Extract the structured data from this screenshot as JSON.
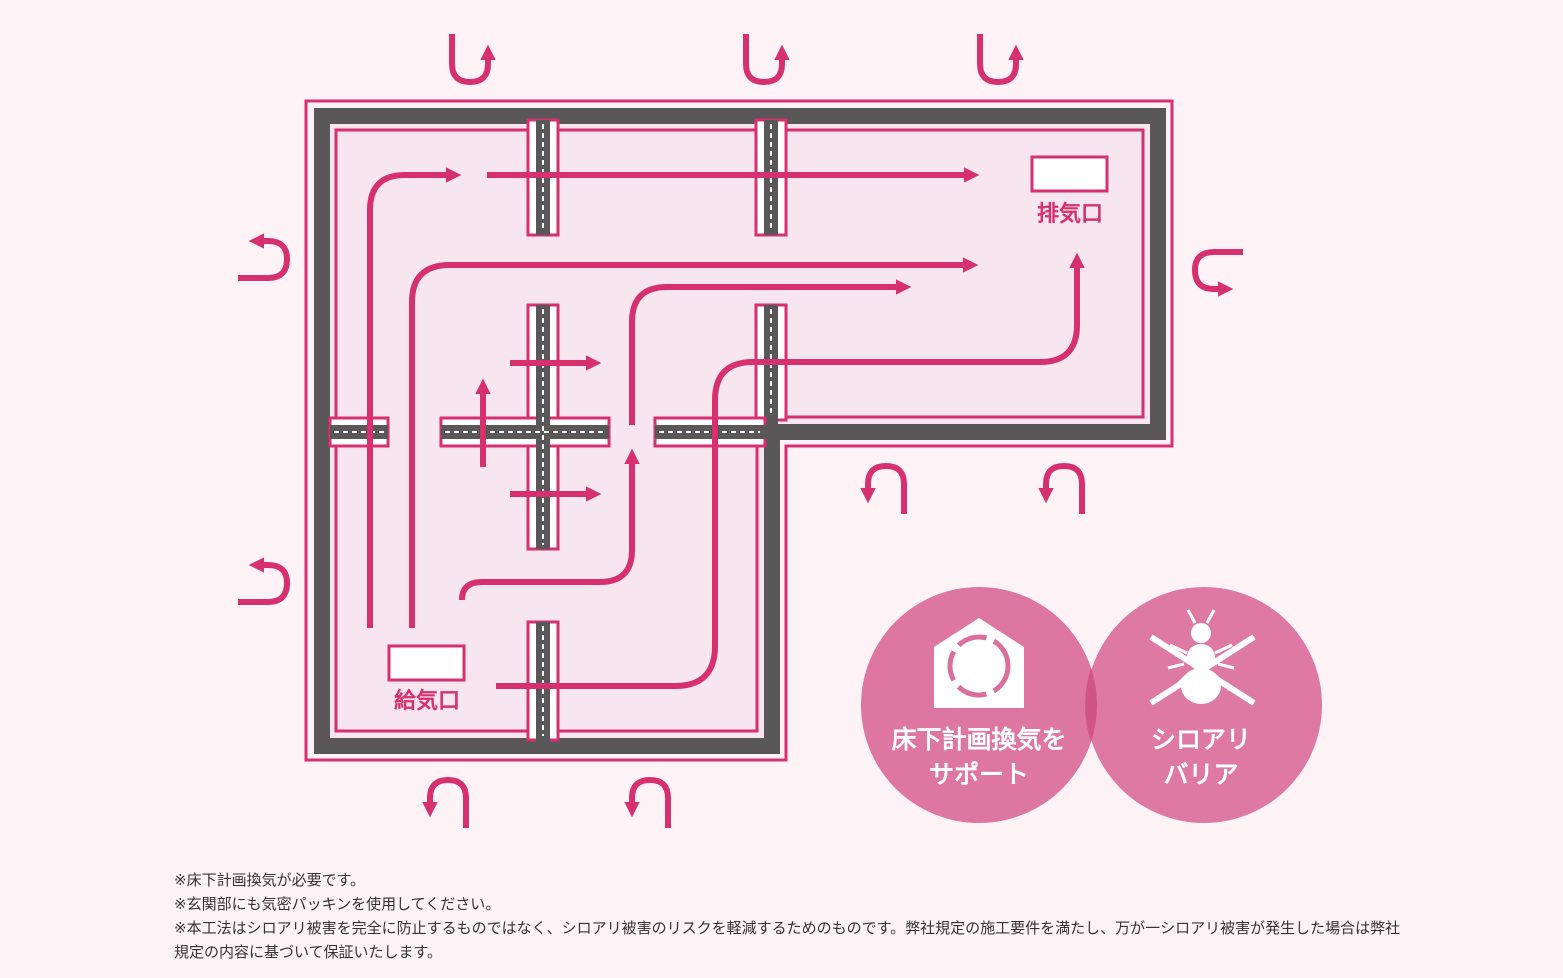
{
  "labels": {
    "exhaust": "排気口",
    "supply": "給気口"
  },
  "badges": [
    {
      "line1": "床下計画換気を",
      "line2": "サポート",
      "icon": "house-circulation-icon"
    },
    {
      "line1": "シロアリ",
      "line2": "バリア",
      "icon": "termite-crossed-icon"
    }
  ],
  "notes": [
    "※床下計画換気が必要です。",
    "※玄関部にも気密パッキンを使用してください。",
    "※本工法はシロアリ被害を完全に防止するものではなく、シロアリ被害のリスクを軽減するためのものです。弊社規定の施工要件を満たし、万が一シロアリ被害が発生した場合は弊社規定の内容に基づいて保証いたします。"
  ],
  "colors": {
    "accent": "#d6306e",
    "wall": "#595757",
    "floor": "#f8e6ee",
    "badge": "#db6f9c",
    "background": "#fdf3f7"
  }
}
